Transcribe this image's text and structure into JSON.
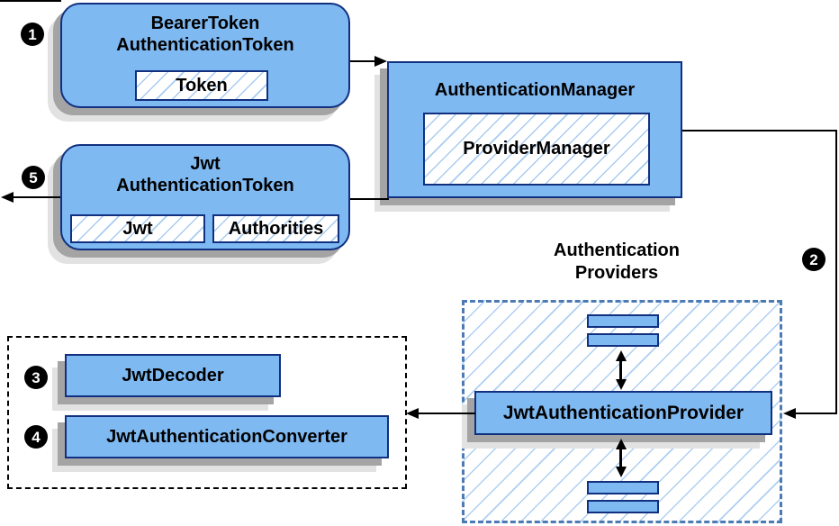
{
  "diagram": {
    "nodes": {
      "bearer_token": {
        "line1": "BearerToken",
        "line2": "AuthenticationToken",
        "fields": [
          "Token"
        ]
      },
      "authentication_manager": {
        "title": "AuthenticationManager",
        "fields": [
          "ProviderManager"
        ]
      },
      "jwt_authentication_token": {
        "line1": "Jwt",
        "line2": "AuthenticationToken",
        "fields": [
          "Jwt",
          "Authorities"
        ]
      },
      "jwt_authentication_provider": {
        "label": "JwtAuthenticationProvider"
      },
      "jwt_decoder": {
        "label": "JwtDecoder"
      },
      "jwt_authentication_converter": {
        "label": "JwtAuthenticationConverter"
      }
    },
    "groups": {
      "authentication_providers": {
        "label_line1": "Authentication",
        "label_line2": "Providers"
      }
    },
    "badges": [
      {
        "id": "step-1",
        "number": "1"
      },
      {
        "id": "step-2",
        "number": "2"
      },
      {
        "id": "step-3",
        "number": "3"
      },
      {
        "id": "step-4",
        "number": "4"
      },
      {
        "id": "step-5",
        "number": "5"
      }
    ],
    "colors": {
      "node_fill": "#7fb9f2",
      "node_border": "#113180",
      "hatch_line": "#a8ccf0",
      "dashed_blue_border": "#4c7bb4",
      "dashed_black_border": "#000000",
      "shadow_dark": "#a4a4a4",
      "shadow_light": "#e2e2e2",
      "arrow": "#000000",
      "badge_bg": "#000000",
      "badge_text": "#ffffff"
    }
  }
}
